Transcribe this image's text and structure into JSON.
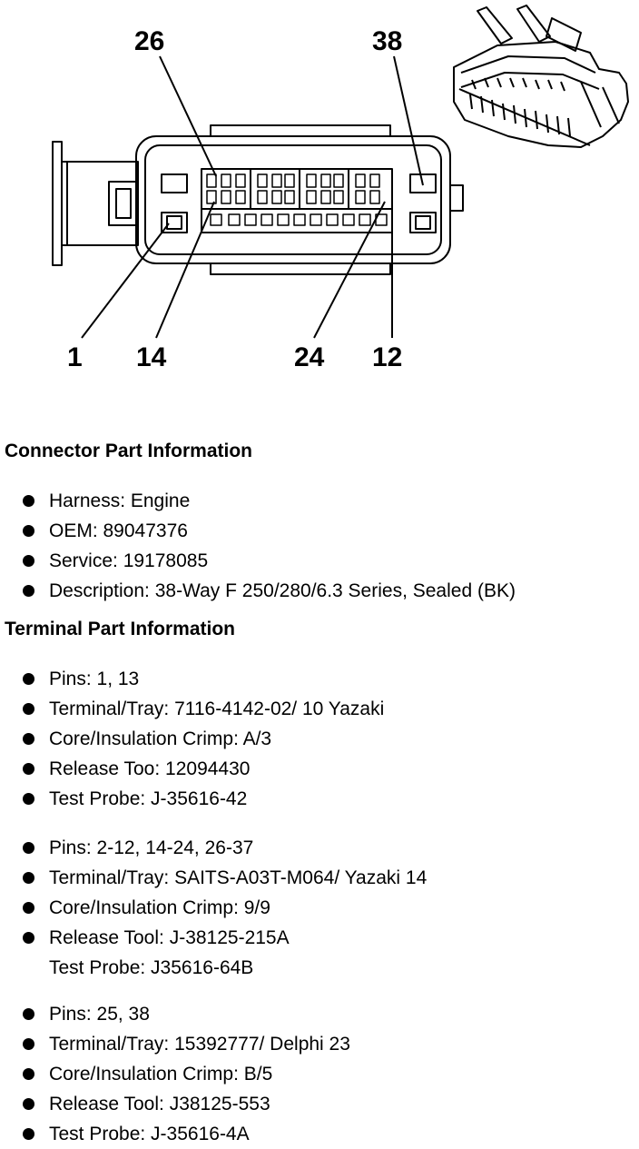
{
  "diagram": {
    "pin_labels": {
      "p26": "26",
      "p38": "38",
      "p1": "1",
      "p14": "14",
      "p24": "24",
      "p12": "12"
    }
  },
  "connector_info": {
    "heading": "Connector Part Information",
    "items": [
      "Harness: Engine",
      "OEM: 89047376",
      "Service: 19178085",
      "Description: 38-Way F 250/280/6.3 Series, Sealed (BK)"
    ]
  },
  "terminal_info": {
    "heading": "Terminal Part Information",
    "groups": [
      {
        "items": [
          "Pins: 1, 13",
          "Terminal/Tray: 7116-4142-02/ 10 Yazaki",
          "Core/Insulation Crimp: A/3",
          "Release Too: 12094430",
          "Test Probe: J-35616-42"
        ]
      },
      {
        "items": [
          "Pins: 2-12, 14-24, 26-37",
          "Terminal/Tray: SAITS-A03T-M064/ Yazaki 14",
          "Core/Insulation Crimp: 9/9",
          "Release Tool: J-38125-215A",
          "Test Probe: J35616-64B"
        ]
      },
      {
        "items": [
          "Pins: 25, 38",
          "Terminal/Tray: 15392777/ Delphi 23",
          "Core/Insulation Crimp: B/5",
          "Release Tool: J38125-553",
          "Test Probe: J-35616-4A"
        ]
      }
    ]
  }
}
